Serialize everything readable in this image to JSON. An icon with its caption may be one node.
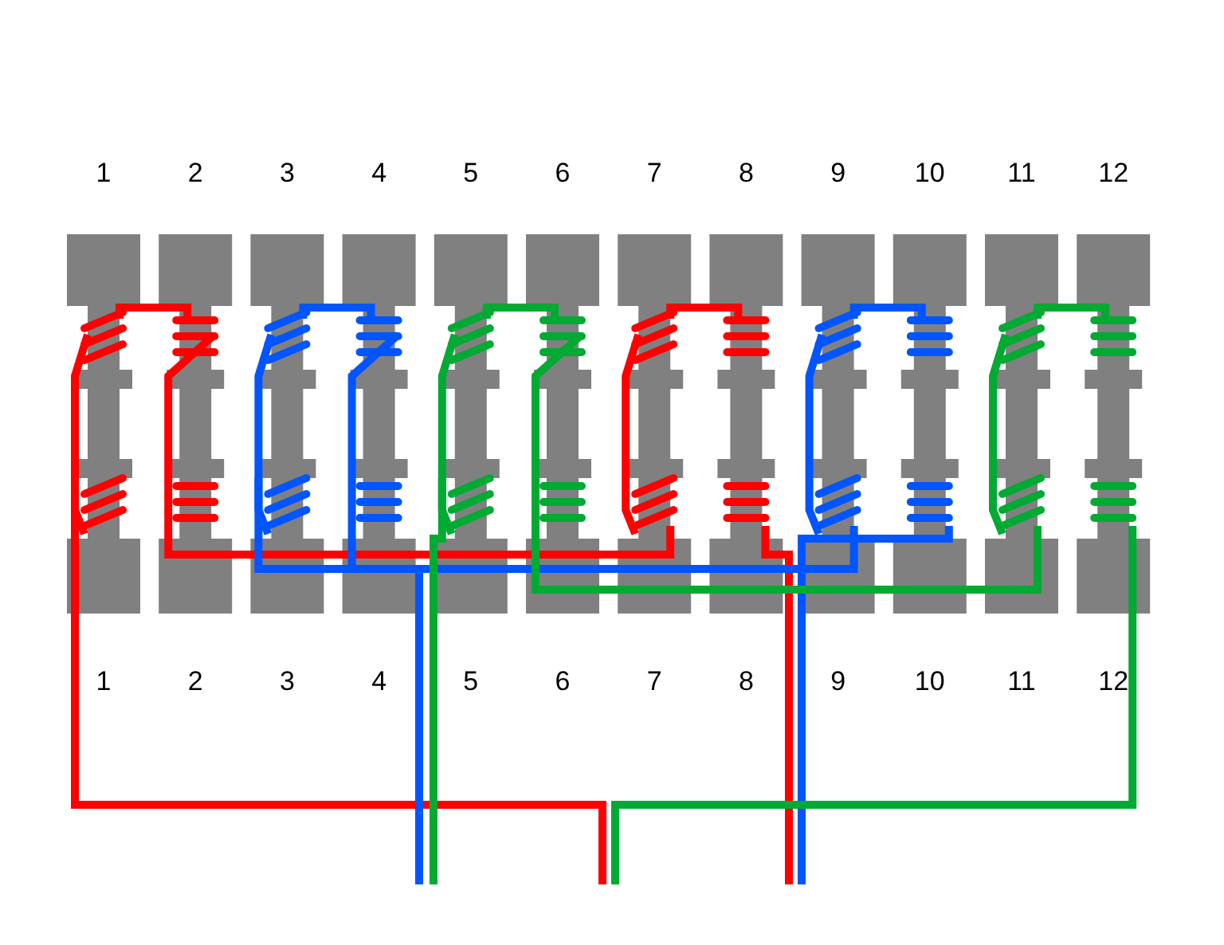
{
  "diagram": {
    "labels": [
      "1",
      "2",
      "3",
      "4",
      "5",
      "6",
      "7",
      "8",
      "9",
      "10",
      "11",
      "12",
      "1",
      "2",
      "3",
      "4",
      "5",
      "6",
      "7",
      "8",
      "9",
      "10",
      "11",
      "12"
    ]
  }
}
